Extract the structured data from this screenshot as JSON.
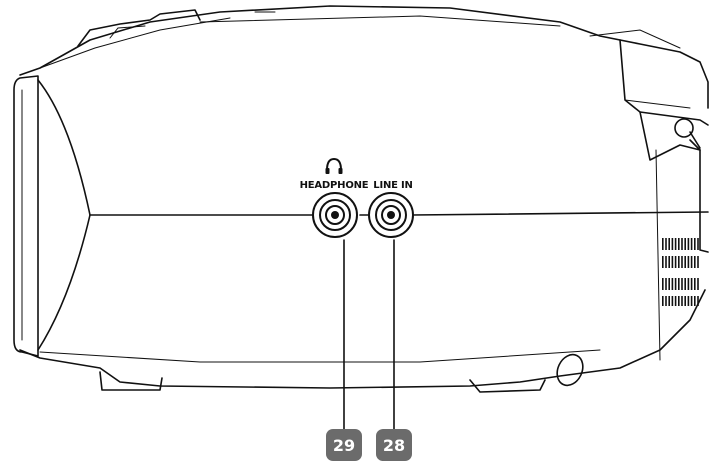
{
  "diagram": {
    "jack_labels": {
      "headphone": "HEADPHONE",
      "line_in": "LINE IN"
    },
    "callouts": [
      {
        "id": "headphone",
        "number": "29"
      },
      {
        "id": "line_in",
        "number": "28"
      }
    ],
    "colors": {
      "outline": "#111111",
      "badge_fill": "#6b6b6b",
      "badge_text": "#ffffff",
      "background": "#ffffff"
    },
    "icons": [
      "headphone-icon"
    ]
  }
}
